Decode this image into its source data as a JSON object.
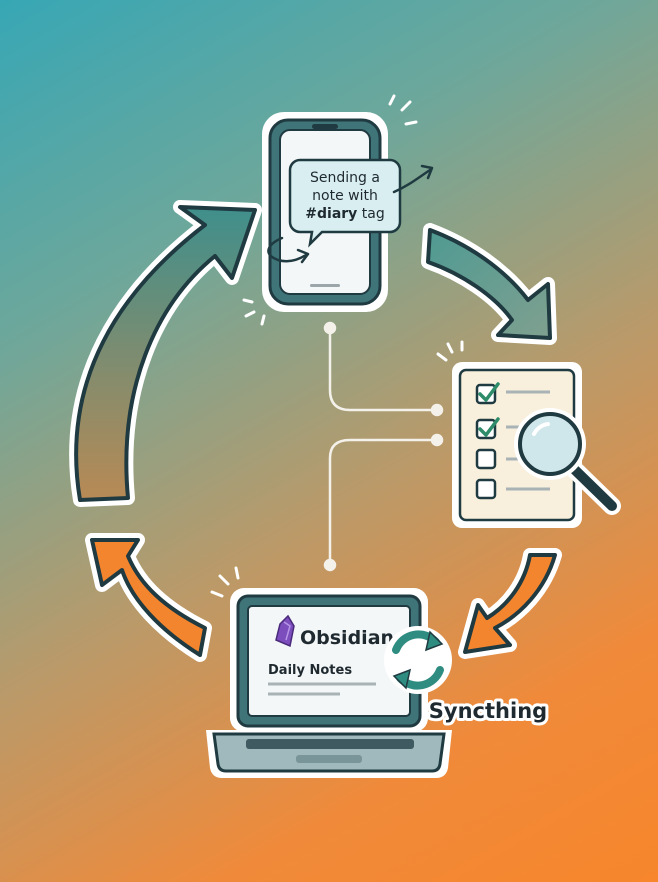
{
  "phone": {
    "bubble_line1": "Sending a",
    "bubble_line2": "note with",
    "bubble_tag": "#diary",
    "bubble_tag_suffix": " tag"
  },
  "laptop": {
    "app_name": "Obsidian",
    "section": "Daily Notes"
  },
  "sync": {
    "label": "Syncthing"
  },
  "colors": {
    "teal": "#3f8f8c",
    "orange": "#f4852f",
    "dark": "#1f3a40",
    "check": "#2f8c6a",
    "obsidian": "#7c4dbd"
  }
}
